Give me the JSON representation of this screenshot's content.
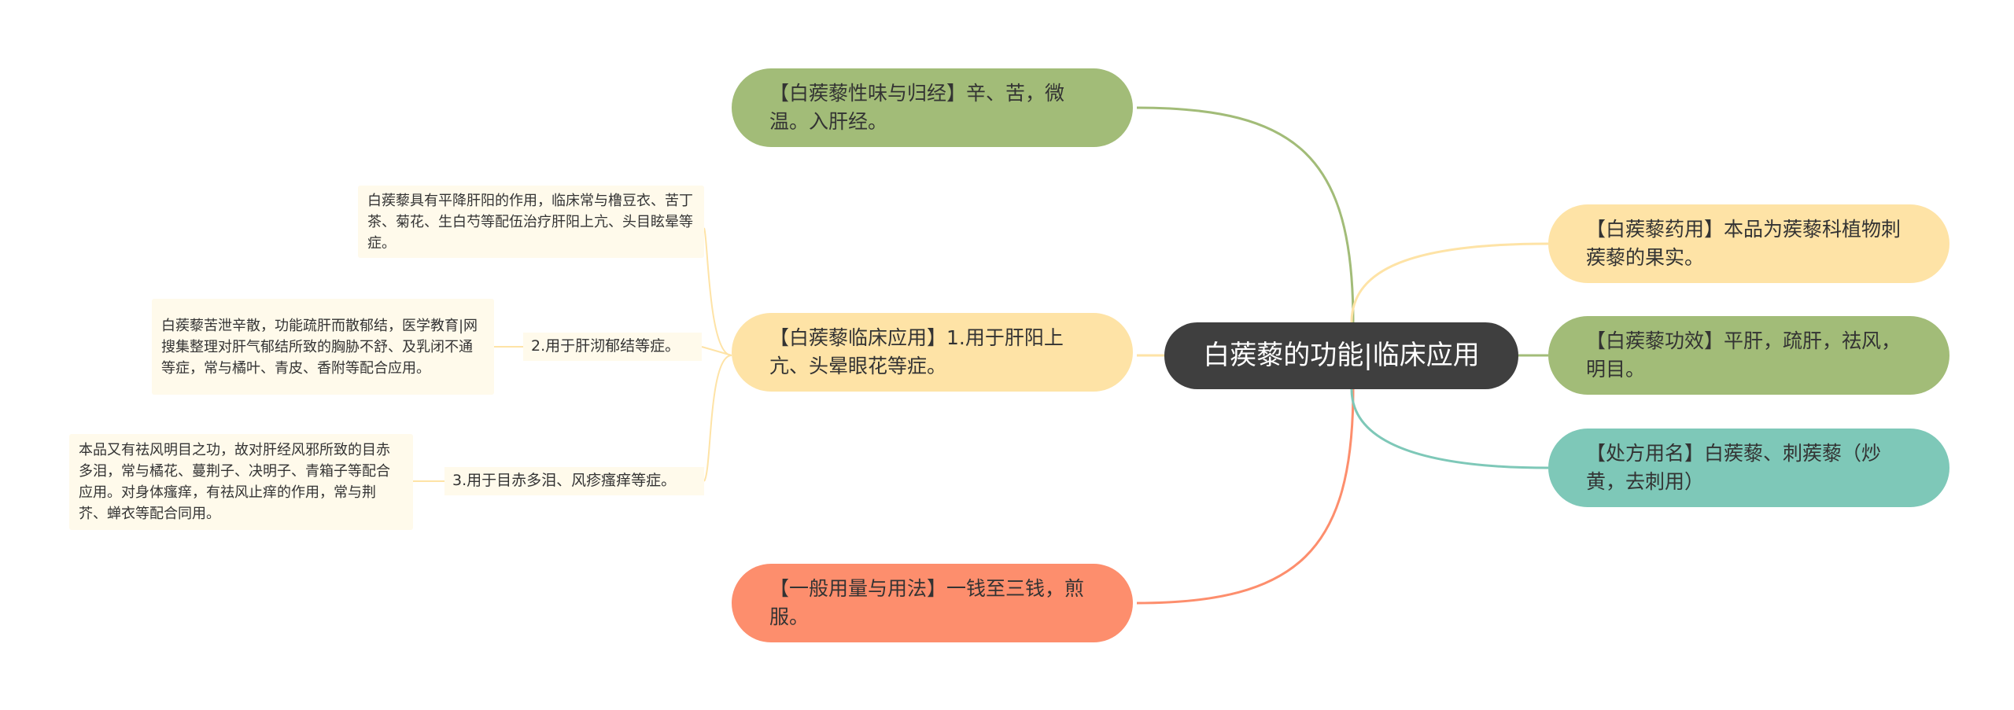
{
  "root": {
    "label": "白蒺藜的功能|临床应用"
  },
  "colors": {
    "root": "#3f3f3f",
    "green": "#a2bc78",
    "yellow": "#fee3a6",
    "teal": "#7ec8b8",
    "salmon": "#fd8e6d",
    "leaf_bg": "#fffaeb"
  },
  "branches": {
    "taste": {
      "label": "【白蒺藜性味与归经】辛、苦，微温。入肝经。"
    },
    "clinical": {
      "label": "【白蒺藜临床应用】1.用于肝阳上亢、头晕眼花等症。"
    },
    "dosage": {
      "label": "【一般用量与用法】一钱至三钱，煎服。"
    },
    "herb": {
      "label": "【白蒺藜药用】本品为蒺藜科植物刺蒺藜的果实。"
    },
    "effect": {
      "label": "【白蒺藜功效】平肝，疏肝，祛风，明目。"
    },
    "rxname": {
      "label": "【处方用名】白蒺藜、刺蒺藜（炒黄，去刺用）"
    }
  },
  "clinical": {
    "leaf1": "白蒺藜具有平降肝阳的作用，临床常与橹豆衣、苦丁茶、菊花、生白芍等配伍治疗肝阳上亢、头目眩晕等症。",
    "sub2": "2.用于肝沏郁结等症。",
    "leaf2": "白蒺藜苦泄辛散，功能疏肝而散郁结，医学教育|网搜集整理对肝气郁结所致的胸胁不舒、及乳闭不通等症，常与橘叶、青皮、香附等配合应用。",
    "sub3": "3.用于目赤多泪、风疹瘙痒等症。",
    "leaf3": "本品又有祛风明目之功，故对肝经风邪所致的目赤多泪，常与橘花、蔓荆子、决明子、青箱子等配合应用。对身体瘙痒，有祛风止痒的作用，常与荆芥、蝉衣等配合同用。"
  }
}
